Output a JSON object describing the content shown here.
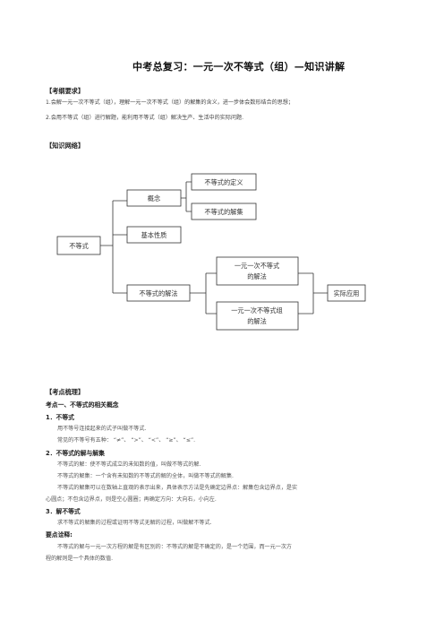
{
  "title": "中考总复习：一元一次不等式（组）—知识讲解",
  "requirements": {
    "heading": "【考纲要求】",
    "line1": "1.会解一元一次不等式（组），理解一元一次不等式（组）的解集的含义，进一步体会数形结合的思想；",
    "line2": "2.会用不等式（组）进行解题，能利用不等式（组）解决生产、生活中的实际问题."
  },
  "network": {
    "heading": "【知识网络】",
    "root": "不等式",
    "concept": "概念",
    "definition": "不等式的定义",
    "solution_set": "不等式的解集",
    "basic_property": "基本性质",
    "solving": "不等式的解法",
    "single_line1": "一元一次不等式",
    "single_line2": "的解法",
    "system_line1": "一元一次不等式组",
    "system_line2": "的解法",
    "application": "实际应用"
  },
  "points": {
    "heading": "【考点梳理】",
    "point1": "考点一、不等式的相关概念",
    "s1_title": "1．不等式",
    "s1_l1": "用不等号连接起来的式子叫做不等式.",
    "s1_l2": "常见的不等号有五种：  “≠”、 “>”、 “<”、 “≥”、 “≤”.",
    "s2_title": "2．不等式的解与解集",
    "s2_l1": "不等式的解：使不等式成立的未知数的值，叫做不等式的解.",
    "s2_l2": "不等式的解集：一个含有未知数的不等式的解的全体，叫做不等式的解集.",
    "s2_l3": "不等式的解集可以在数轴上直观的表示出来，具体表示方法是先确定边界点：解集包含边界点，是实",
    "s2_l4": "心圆点；不包含边界点，则是空心圆圈；再确定方向：大向右，小向左.",
    "s3_title": "3．解不等式",
    "s3_l1": "求不等式的解集的过程或证明不等式无解的过程，叫做解不等式.",
    "note_title": "要点诠释:",
    "note_l1": "不等式的解与一元一次方程的解是有区别的：不等式的解是不确定的，是一个范围，而一元一次方",
    "note_l2": "程的解则是一个具体的数值."
  }
}
